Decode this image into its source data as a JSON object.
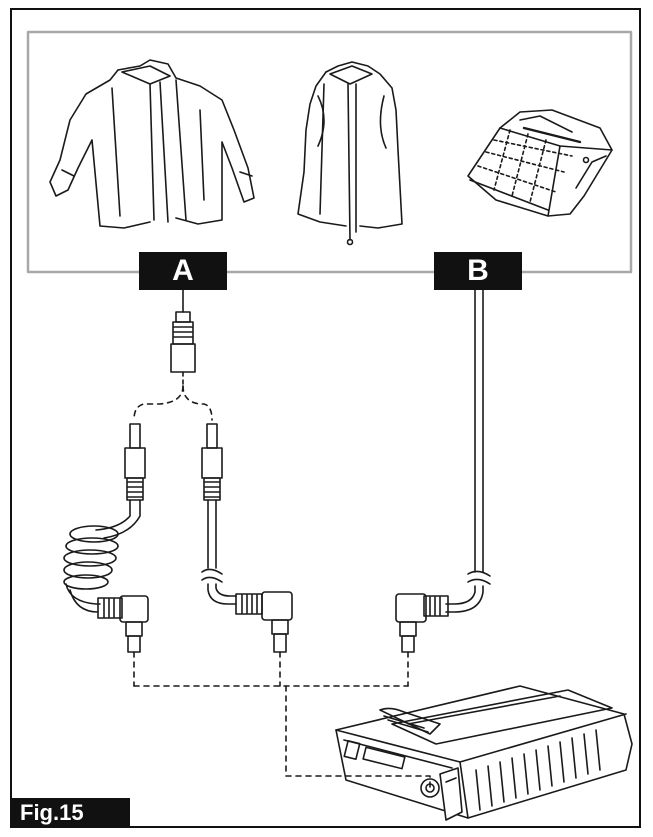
{
  "labels": {
    "a": "A",
    "b": "B"
  },
  "figure": {
    "caption": "Fig.15"
  },
  "icons": {
    "jacket": "heated-jacket-icon",
    "vest": "heated-vest-icon",
    "blanket": "heated-blanket-icon",
    "battery": "battery-pack-icon"
  }
}
